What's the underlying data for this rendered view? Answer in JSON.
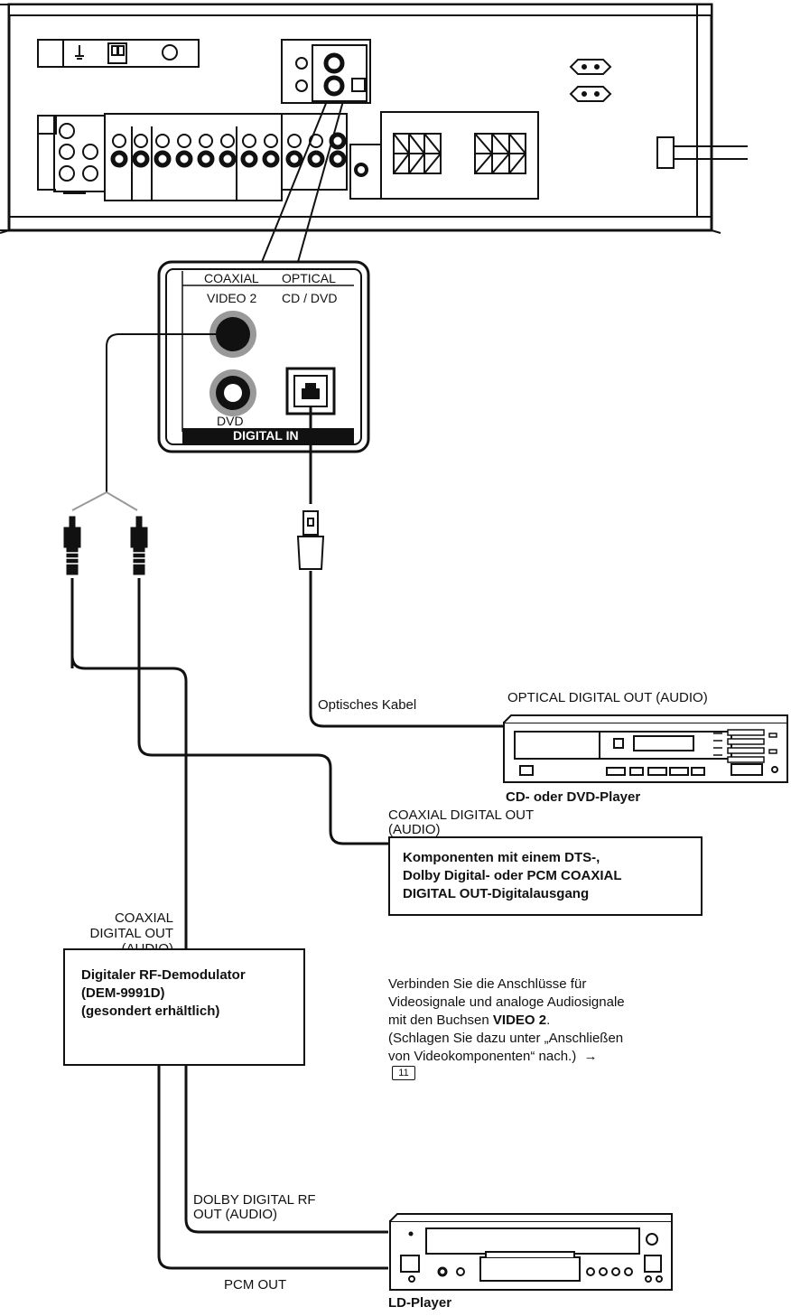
{
  "panel": {
    "coaxial": "COAXIAL",
    "optical": "OPTICAL",
    "video2": "VIDEO 2",
    "cd_dvd": "CD / DVD",
    "dvd": "DVD",
    "digital_in": "DIGITAL IN"
  },
  "labels": {
    "optical_out": "OPTICAL DIGITAL OUT (AUDIO)",
    "optical_cable": "Optisches Kabel",
    "cd_player": "CD- oder DVD-Player",
    "coaxial_out_line1": "COAXIAL DIGITAL OUT",
    "coaxial_out_line2": "(AUDIO)",
    "left_coaxial_1": "COAXIAL",
    "left_coaxial_2": "DIGITAL OUT",
    "left_coaxial_3": "(AUDIO)",
    "dolby_rf_1": "DOLBY DIGITAL RF",
    "dolby_rf_2": "OUT (AUDIO)",
    "pcm_out": "PCM OUT",
    "ld_player": "LD-Player"
  },
  "components_box": {
    "line1": "Komponenten mit einem DTS-,",
    "line2": "Dolby Digital- oder PCM COAXIAL",
    "line3": "DIGITAL OUT-Digitalausgang"
  },
  "demod_box": {
    "line1": "Digitaler RF-Demodulator",
    "line2": "(DEM-9991D)",
    "line3": "(gesondert erhältlich)"
  },
  "note": {
    "line1": "Verbinden Sie die Anschlüsse für",
    "line2": "Videosignale und analoge Audiosignale",
    "line3_pre": "mit den Buchsen ",
    "line3_bold": "VIDEO 2",
    "line3_post": ".",
    "line4": "(Schlagen Sie dazu unter „Anschließen",
    "line5": "von Videokomponenten“ nach.)",
    "arrow": "→",
    "page_ref": "11"
  },
  "icons": [
    "receiver-rear-panel",
    "rca-plug-icon",
    "optical-plug-icon",
    "cd-player-icon",
    "ld-player-icon",
    "book-icon"
  ]
}
